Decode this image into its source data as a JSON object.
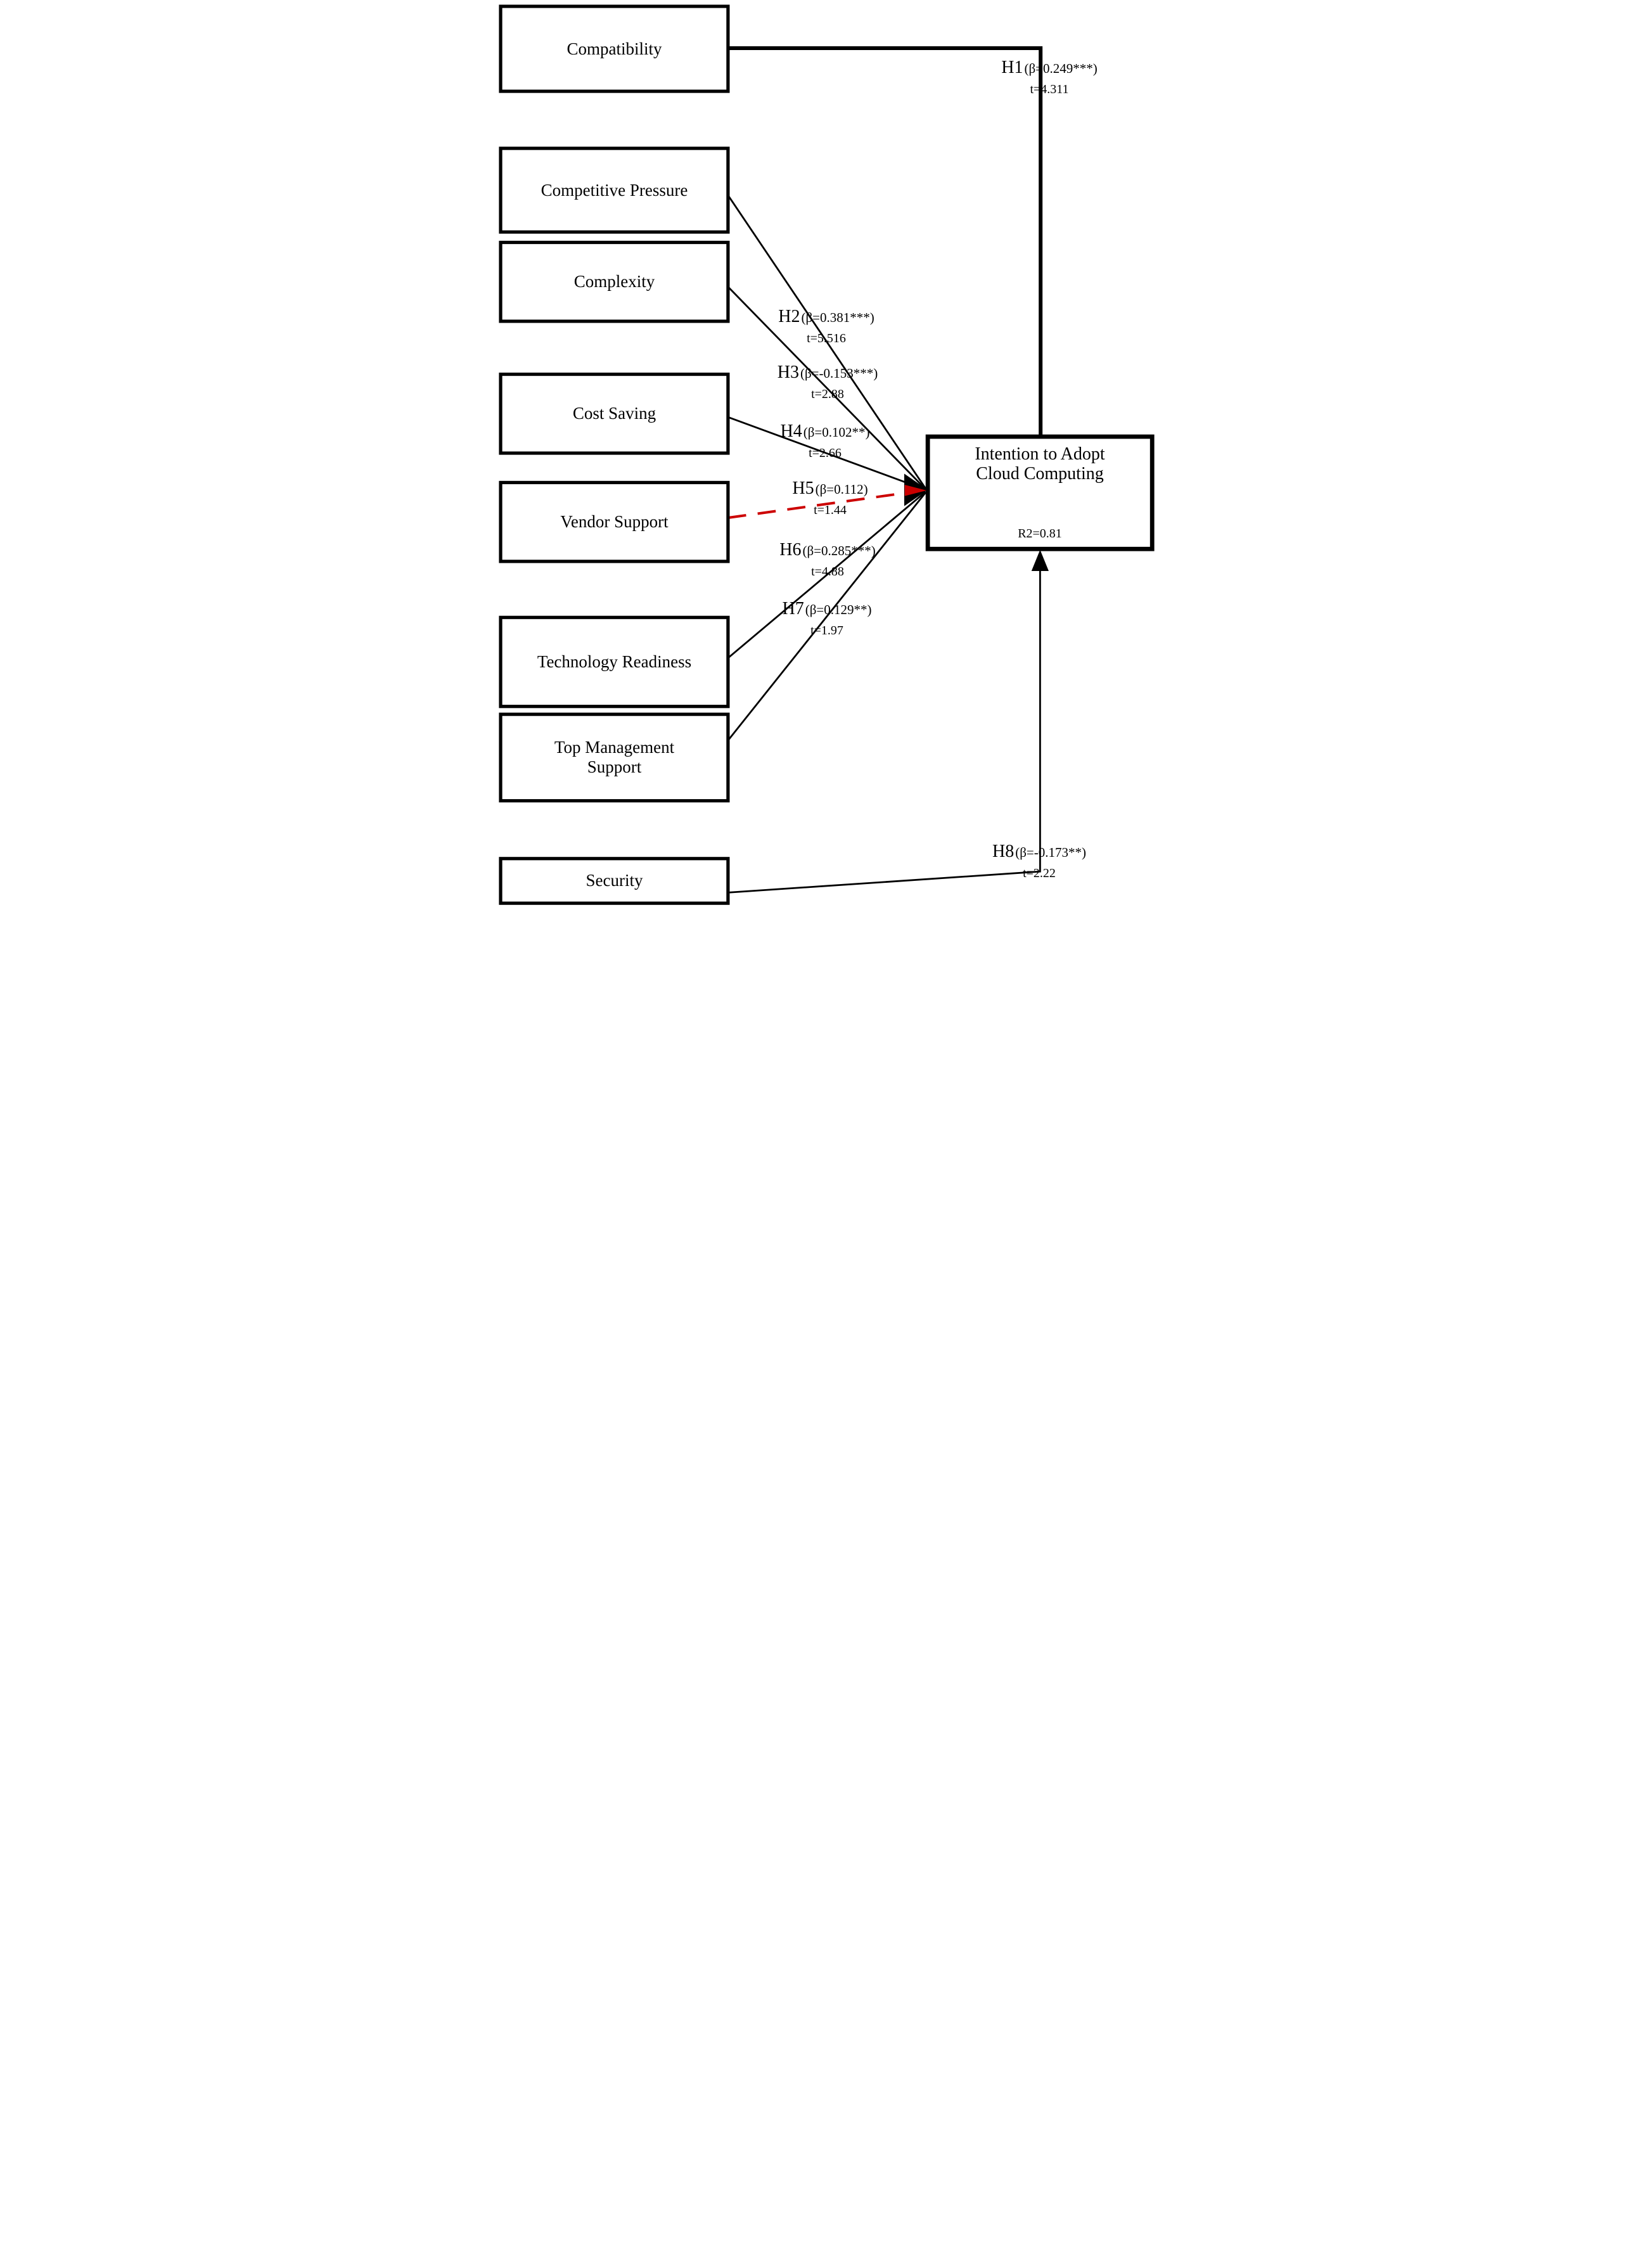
{
  "diagram": {
    "title": "Cloud computing adoption path model",
    "sources": [
      {
        "label": "Compatibility"
      },
      {
        "label": "Competitive Pressure"
      },
      {
        "label": "Complexity"
      },
      {
        "label": "Cost Saving"
      },
      {
        "label": "Vendor Support"
      },
      {
        "label": "Technology Readiness"
      },
      {
        "label": "Top Management Support"
      },
      {
        "label": "Security"
      }
    ],
    "target": {
      "label_line1": "Intention to Adopt",
      "label_line2": "Cloud Computing",
      "r2": "R2=0.81"
    },
    "paths": [
      {
        "id": "H1",
        "beta": "(β=0.249***)",
        "t": "t=4.311",
        "from": "Compatibility",
        "style": "solid-thick"
      },
      {
        "id": "H2",
        "beta": "(β=0.381***)",
        "t": "t=5.516",
        "from": "Competitive Pressure",
        "style": "solid"
      },
      {
        "id": "H3",
        "beta": "(β=-0.153***)",
        "t": "t=2.88",
        "from": "Complexity",
        "style": "solid"
      },
      {
        "id": "H4",
        "beta": "(β=0.102**)",
        "t": "t=2.66",
        "from": "Cost Saving",
        "style": "solid"
      },
      {
        "id": "H5",
        "beta": "(β=0.112)",
        "t": "t=1.44",
        "from": "Vendor Support",
        "style": "dashed-red-nonsignificant"
      },
      {
        "id": "H6",
        "beta": "(β=0.285***)",
        "t": "t=4.88",
        "from": "Technology Readiness",
        "style": "solid"
      },
      {
        "id": "H7",
        "beta": "(β=0.129**)",
        "t": "t=1.97",
        "from": "Top Management Support",
        "style": "solid"
      },
      {
        "id": "H8",
        "beta": "(β=-0.173**)",
        "t": "t=2.22",
        "from": "Security",
        "style": "solid"
      }
    ],
    "colors": {
      "line": "#000000",
      "nonsignificant_line": "#cc0000",
      "box_border": "#000000",
      "background": "#ffffff",
      "text": "#000000"
    }
  }
}
